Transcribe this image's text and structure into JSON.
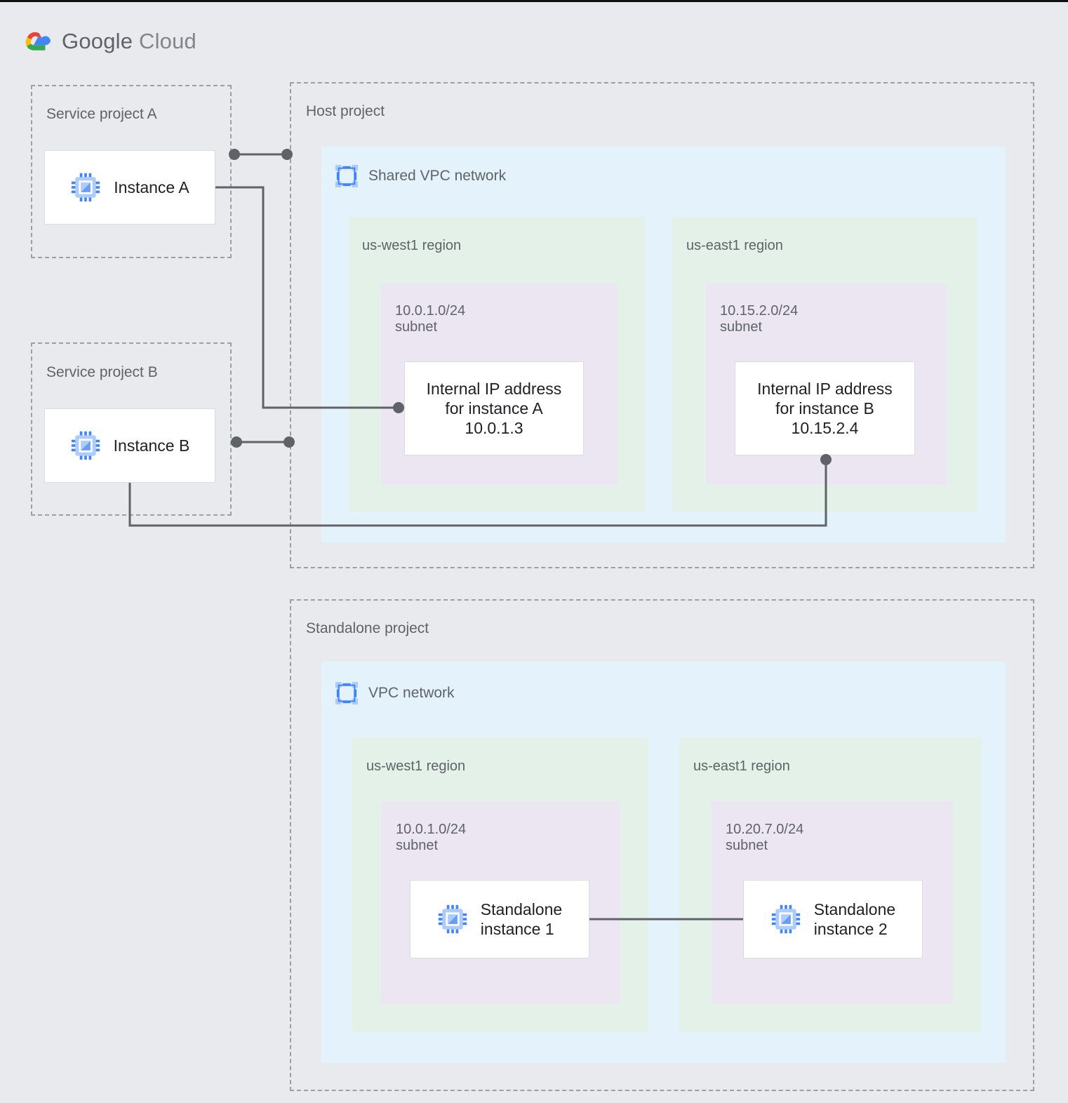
{
  "brand": {
    "name_bold": "Google",
    "name_light": " Cloud",
    "logo_icon": "google-cloud-logo-icon",
    "colors": {
      "red": "#ea4335",
      "yellow": "#fbbc05",
      "green": "#34a853",
      "blue": "#4285f4",
      "wordmark": "#5f6368"
    }
  },
  "canvas": {
    "background": "#e8eaed",
    "vpc_fill": "#e4f2fb",
    "region_fill": "#e4f1e8",
    "subnet_fill": "#ece6f3",
    "node_fill": "#ffffff",
    "wire_color": "#5f6368",
    "dashed_border": "#9aa0a6"
  },
  "projects": [
    {
      "id": "service-project-a",
      "label": "Service project A"
    },
    {
      "id": "service-project-b",
      "label": "Service project B"
    },
    {
      "id": "host-project",
      "label": "Host project"
    },
    {
      "id": "standalone-project",
      "label": "Standalone project"
    }
  ],
  "networks": [
    {
      "id": "shared-vpc",
      "label": "Shared VPC network",
      "icon": "vpc-network-icon"
    },
    {
      "id": "standalone-vpc",
      "label": "VPC network",
      "icon": "vpc-network-icon"
    }
  ],
  "instances": [
    {
      "id": "instance-a",
      "label": "Instance A",
      "icon": "compute-instance-icon"
    },
    {
      "id": "instance-b",
      "label": "Instance B",
      "icon": "compute-instance-icon"
    },
    {
      "id": "standalone-instance-1",
      "label": "Standalone\ninstance 1",
      "icon": "compute-instance-icon"
    },
    {
      "id": "standalone-instance-2",
      "label": "Standalone\ninstance 2",
      "icon": "compute-instance-icon"
    }
  ],
  "shared_vpc": {
    "regions": [
      {
        "id": "shared-us-west1",
        "label": "us-west1 region",
        "subnet": {
          "id": "shared-subnet-west",
          "cidr": "10.0.1.0/24",
          "kind": "subnet",
          "label": "10.0.1.0/24\nsubnet",
          "node": {
            "id": "internal-ip-instance-a",
            "label": "Internal IP address\nfor instance A\n10.0.1.3",
            "ip": "10.0.1.3"
          }
        }
      },
      {
        "id": "shared-us-east1",
        "label": "us-east1 region",
        "subnet": {
          "id": "shared-subnet-east",
          "cidr": "10.15.2.0/24",
          "kind": "subnet",
          "label": "10.15.2.0/24\nsubnet",
          "node": {
            "id": "internal-ip-instance-b",
            "label": "Internal IP address\nfor instance B\n10.15.2.4",
            "ip": "10.15.2.4"
          }
        }
      }
    ]
  },
  "standalone_vpc": {
    "regions": [
      {
        "id": "standalone-us-west1",
        "label": "us-west1 region",
        "subnet": {
          "id": "standalone-subnet-west",
          "cidr": "10.0.1.0/24",
          "kind": "subnet",
          "label": "10.0.1.0/24\nsubnet"
        }
      },
      {
        "id": "standalone-us-east1",
        "label": "us-east1 region",
        "subnet": {
          "id": "standalone-subnet-east",
          "cidr": "10.20.7.0/24",
          "kind": "subnet",
          "label": "10.20.7.0/24\nsubnet"
        }
      }
    ]
  }
}
